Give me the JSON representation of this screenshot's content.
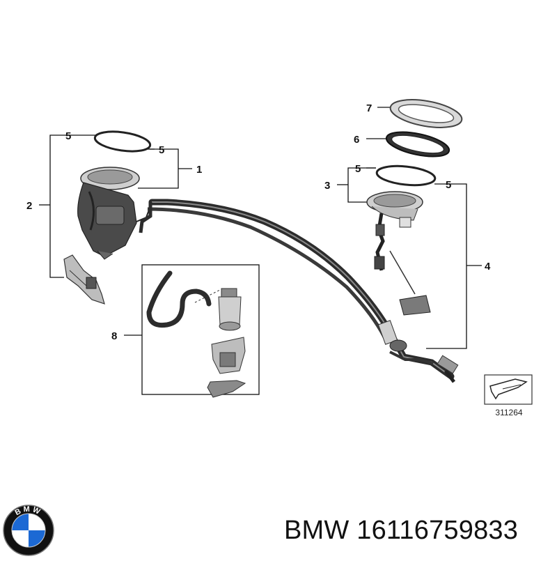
{
  "diagram": {
    "callouts": {
      "c1": "1",
      "c2": "2",
      "c3": "3",
      "c4": "4",
      "c5a": "5",
      "c5b": "5",
      "c5c": "5",
      "c5d": "5",
      "c6": "6",
      "c7": "7",
      "c8": "8"
    },
    "ref_number": "311264"
  },
  "logo": {
    "text": "BMW",
    "colors": {
      "blue": "#1c69d4",
      "white": "#ffffff",
      "ring": "#111111"
    }
  },
  "caption": {
    "brand": "BMW",
    "part_number": "16116759833"
  }
}
